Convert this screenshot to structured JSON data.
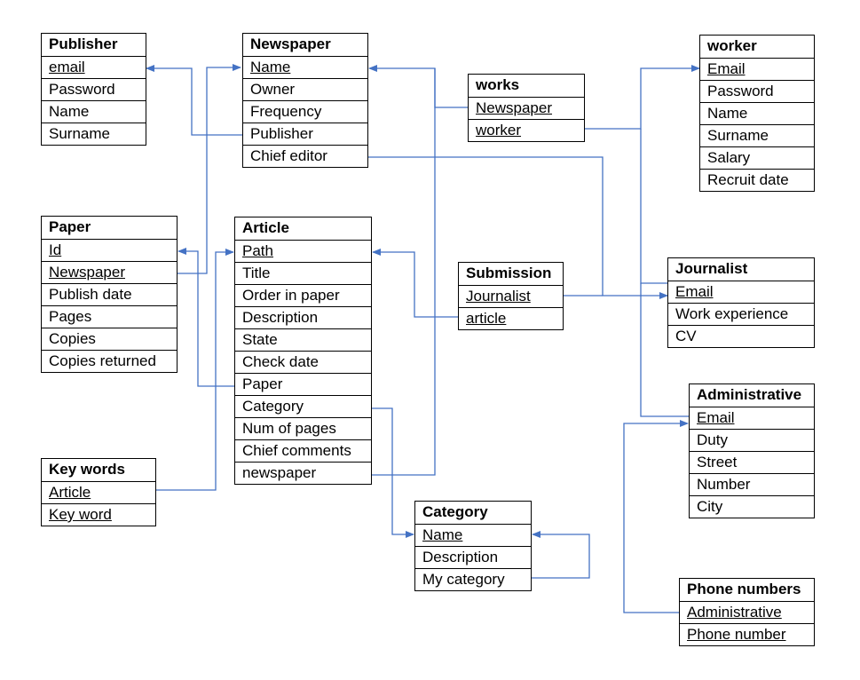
{
  "colors": {
    "line": "#4472C4",
    "border": "#000000"
  },
  "tables": {
    "publisher": {
      "title": "Publisher",
      "fields": [
        "email",
        "Password",
        "Name",
        "Surname"
      ]
    },
    "newspaper": {
      "title": "Newspaper",
      "fields": [
        "Name",
        "Owner",
        "Frequency",
        "Publisher",
        "Chief editor"
      ]
    },
    "works": {
      "title": "works",
      "fields": [
        "Newspaper",
        "worker"
      ]
    },
    "worker": {
      "title": "worker",
      "fields": [
        "Email",
        "Password",
        "Name",
        "Surname",
        "Salary",
        "Recruit date"
      ]
    },
    "paper": {
      "title": "Paper",
      "fields": [
        "Id",
        "Newspaper",
        "Publish date",
        "Pages",
        "Copies",
        "Copies returned"
      ]
    },
    "article": {
      "title": "Article",
      "fields": [
        "Path",
        "Title",
        "Order in paper",
        "Description",
        "State",
        "Check date",
        "Paper",
        "Category",
        "Num of pages",
        "Chief comments",
        "newspaper"
      ]
    },
    "submission": {
      "title": "Submission",
      "fields": [
        "Journalist",
        "article"
      ]
    },
    "journalist": {
      "title": "Journalist",
      "fields": [
        "Email",
        "Work experience",
        "CV"
      ]
    },
    "administrative": {
      "title": "Administrative",
      "fields": [
        "Email",
        "Duty",
        "Street",
        "Number",
        "City"
      ]
    },
    "keywords": {
      "title": "Key words",
      "fields": [
        "Article",
        "Key word"
      ]
    },
    "category": {
      "title": "Category",
      "fields": [
        "Name",
        "Description",
        "My category"
      ]
    },
    "phone_numbers": {
      "title": "Phone numbers",
      "fields": [
        "Administrative",
        "Phone number"
      ]
    }
  }
}
